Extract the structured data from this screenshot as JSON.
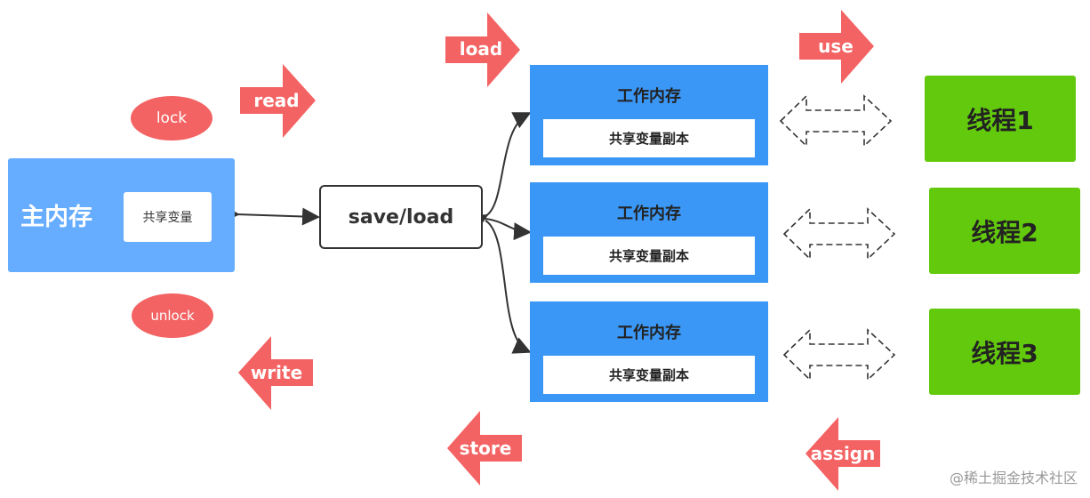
{
  "main_memory": {
    "title": "主内存",
    "variable": "共享变量"
  },
  "save_load": "save/load",
  "work_memories": [
    {
      "title": "工作内存",
      "copy": "共享变量副本"
    },
    {
      "title": "工作内存",
      "copy": "共享变量副本"
    },
    {
      "title": "工作内存",
      "copy": "共享变量副本"
    }
  ],
  "threads": [
    "线程1",
    "线程2",
    "线程3"
  ],
  "operations": {
    "lock": "lock",
    "unlock": "unlock",
    "read": "read",
    "write": "write",
    "load": "load",
    "store": "store",
    "use": "use",
    "assign": "assign"
  },
  "watermark": "@稀土掘金技术社区",
  "colors": {
    "main_memory": "#66adff",
    "work_memory": "#3b97f5",
    "thread": "#63c90d",
    "operation": "#f46363"
  }
}
